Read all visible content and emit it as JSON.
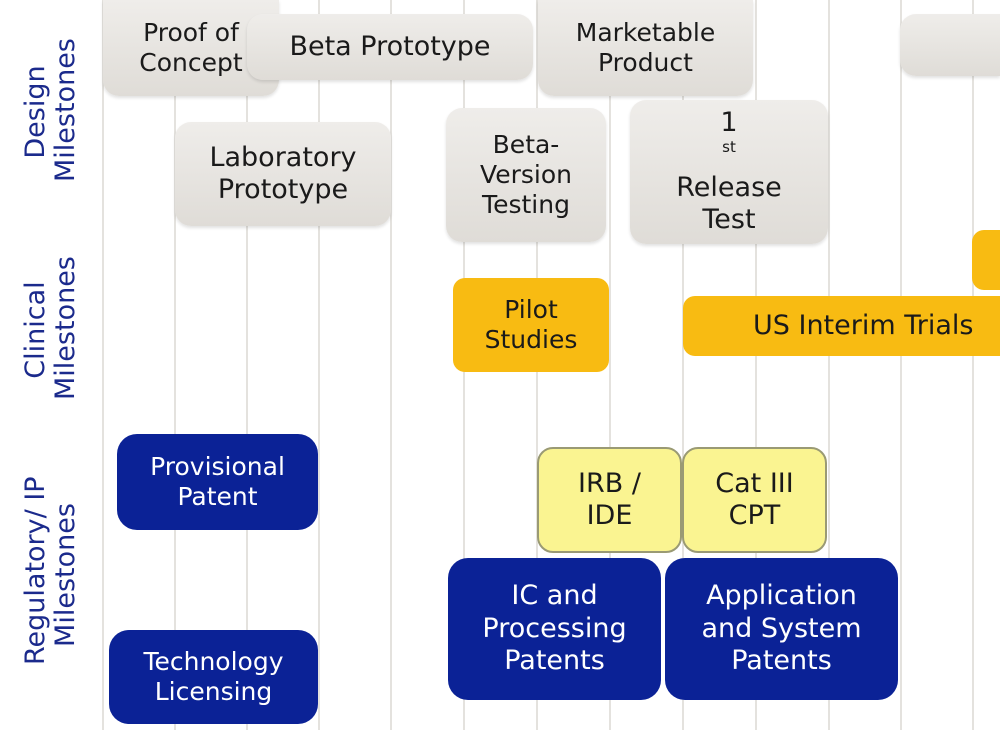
{
  "rows": {
    "design": [
      "Design",
      "Milestones"
    ],
    "clinical": [
      "Clinical",
      "Milestones"
    ],
    "regulatory": [
      "Regulatory/ IP",
      "Milestones"
    ]
  },
  "design": {
    "proof_of_concept": [
      "Proof of",
      "Concept"
    ],
    "beta_prototype": [
      "Beta Prototype"
    ],
    "marketable_product": [
      "Marketable",
      "Product"
    ],
    "laboratory_prototype": [
      "Laboratory",
      "Prototype"
    ],
    "beta_version_testing": [
      "Beta-",
      "Version",
      "Testing"
    ],
    "first_release_test": {
      "number": "1",
      "suffix": "st",
      "lines": [
        "Release",
        "Test"
      ]
    }
  },
  "clinical": {
    "pilot_studies": [
      "Pilot",
      "Studies"
    ],
    "us_interim_trials": [
      "US Interim Trials"
    ]
  },
  "regulatory": {
    "provisional_patent": [
      "Provisional",
      "Patent"
    ],
    "technology_licensing": [
      "Technology",
      "Licensing"
    ],
    "irb_ide": [
      "IRB /",
      "IDE"
    ],
    "cat_iii_cpt": [
      "Cat III",
      "CPT"
    ],
    "ic_processing_patents": [
      "IC and",
      "Processing",
      "Patents"
    ],
    "application_system_patents": [
      "Application",
      "and System",
      "Patents"
    ]
  },
  "colors": {
    "label": "#1b2a8c",
    "gray_box": "#e8e6e2",
    "orange_box": "#f8bb12",
    "yellow_box": "#faf491",
    "navy_box": "#0b2296",
    "grid": "#e4e2de"
  }
}
